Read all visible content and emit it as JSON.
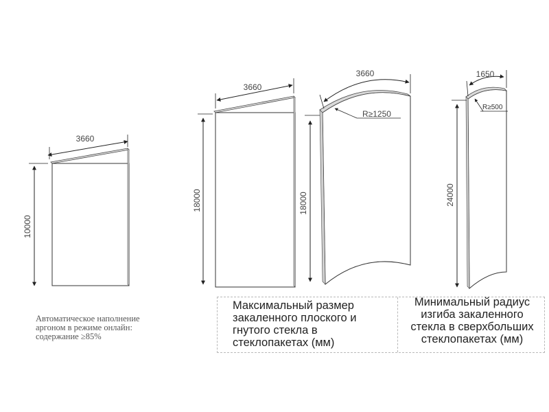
{
  "panels": {
    "panel1": {
      "width_label": "3660",
      "height_label": "10000"
    },
    "panel2": {
      "width_label": "3660",
      "height_label": "18000"
    },
    "panel3": {
      "arc_label": "3660",
      "radius_label": "R≥1250",
      "height_label": "18000"
    },
    "panel4": {
      "arc_label": "1650",
      "radius_label": "R≥500",
      "height_label": "24000"
    }
  },
  "note": {
    "line1": "Автоматическое наполнение",
    "line2": "аргоном в режиме онлайн:",
    "line3": "содержание ≥85%"
  },
  "captions": {
    "left": {
      "line1": "Максимальный размер",
      "line2": "закаленного плоского и",
      "line3": "гнутого стекла в",
      "line4": "стеклопакетах (мм)"
    },
    "right": {
      "line1": "Минимальный радиус",
      "line2": "изгиба закаленного",
      "line3": "стекла в сверхбольших",
      "line4": "стеклопакетах (мм)"
    }
  },
  "colors": {
    "line": "#222222",
    "panel_fill": "#ffffff",
    "panel_edge": "#d9d9d9"
  }
}
